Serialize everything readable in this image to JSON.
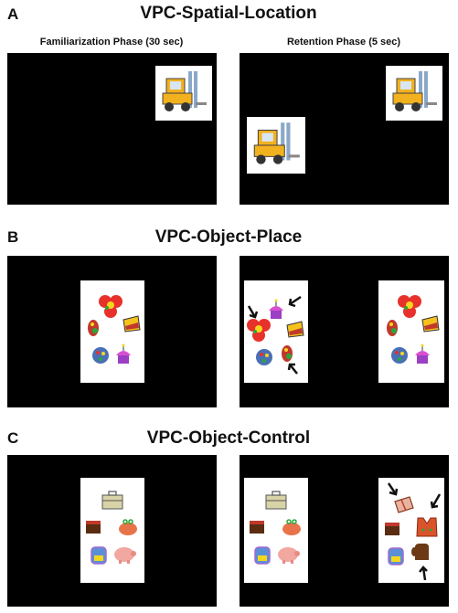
{
  "panels": {
    "a": {
      "letter": "A",
      "title": "VPC-Spatial-Location"
    },
    "b": {
      "letter": "B",
      "title": "VPC-Object-Place"
    },
    "c": {
      "letter": "C",
      "title": "VPC-Object-Control"
    }
  },
  "phases": {
    "familiarization": "Familiarization Phase (30 sec)",
    "retention": "Retention Phase (5 sec)"
  },
  "icons": {
    "spatial": [
      "forklift-icon"
    ],
    "place_objects": [
      "flower-icon",
      "cake-slice-icon",
      "hat-icon",
      "cupcake-icon",
      "paint-palette-icon"
    ],
    "control_familiar": [
      "briefcase-icon",
      "wallet-icon",
      "purse-icon",
      "backpack-icon",
      "piggy-bank-icon"
    ],
    "control_novel": [
      "gift-box-icon",
      "vest-icon",
      "mitten-icon"
    ],
    "marker": "arrow-icon"
  },
  "colors": {
    "screen": "#000000",
    "card": "#ffffff",
    "arrow": "#111111"
  }
}
